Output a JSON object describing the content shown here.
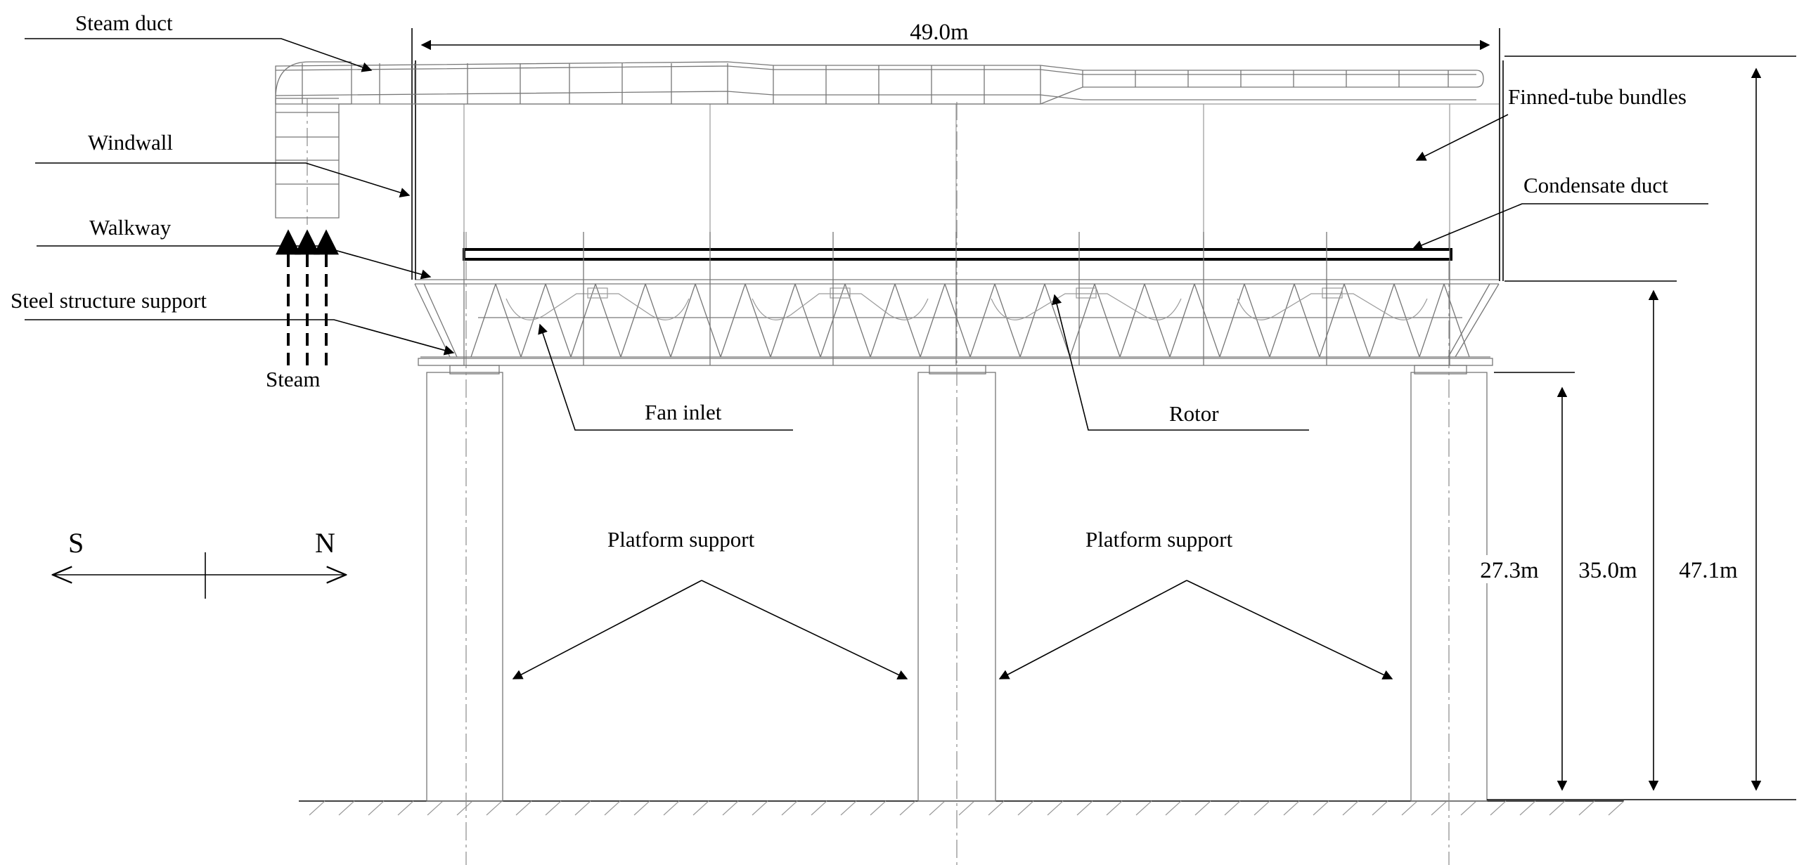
{
  "labels": {
    "steam_duct": "Steam duct",
    "windwall": "Windwall",
    "walkway": "Walkway",
    "steel_structure_support": "Steel structure support",
    "steam": "Steam",
    "fan_inlet": "Fan inlet",
    "rotor": "Rotor",
    "finned_tube_bundles": "Finned-tube bundles",
    "condensate_duct": "Condensate duct",
    "platform_support_1": "Platform support",
    "platform_support_2": "Platform support"
  },
  "dimensions": {
    "width": "49.0m",
    "height_platform": "27.3m",
    "height_walkway": "35.0m",
    "height_total": "47.1m"
  },
  "compass": {
    "south": "S",
    "north": "N"
  }
}
